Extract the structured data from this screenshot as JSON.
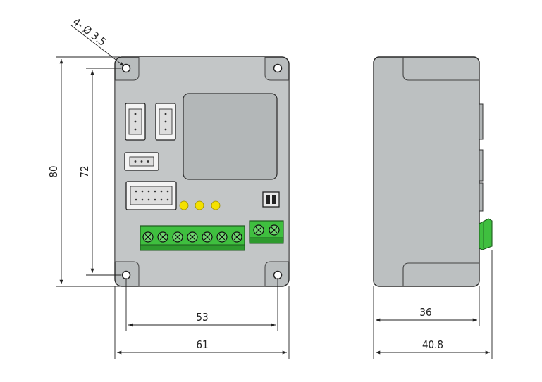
{
  "drawing": {
    "hole_callout": "4- Ø 3.5",
    "dims": {
      "front_height_total": "80",
      "front_height_holes": "72",
      "front_width_holes": "53",
      "front_width_total": "61",
      "side_depth_body": "36",
      "side_depth_total": "40.8"
    },
    "colors": {
      "housing": "#b8bcbd",
      "housing_edge": "#2a2a2a",
      "terminal_green": "#3fbf3f",
      "led_yellow": "#f4e100",
      "connector_white": "#f4f4f4"
    },
    "leds_count_visible": 3
  }
}
